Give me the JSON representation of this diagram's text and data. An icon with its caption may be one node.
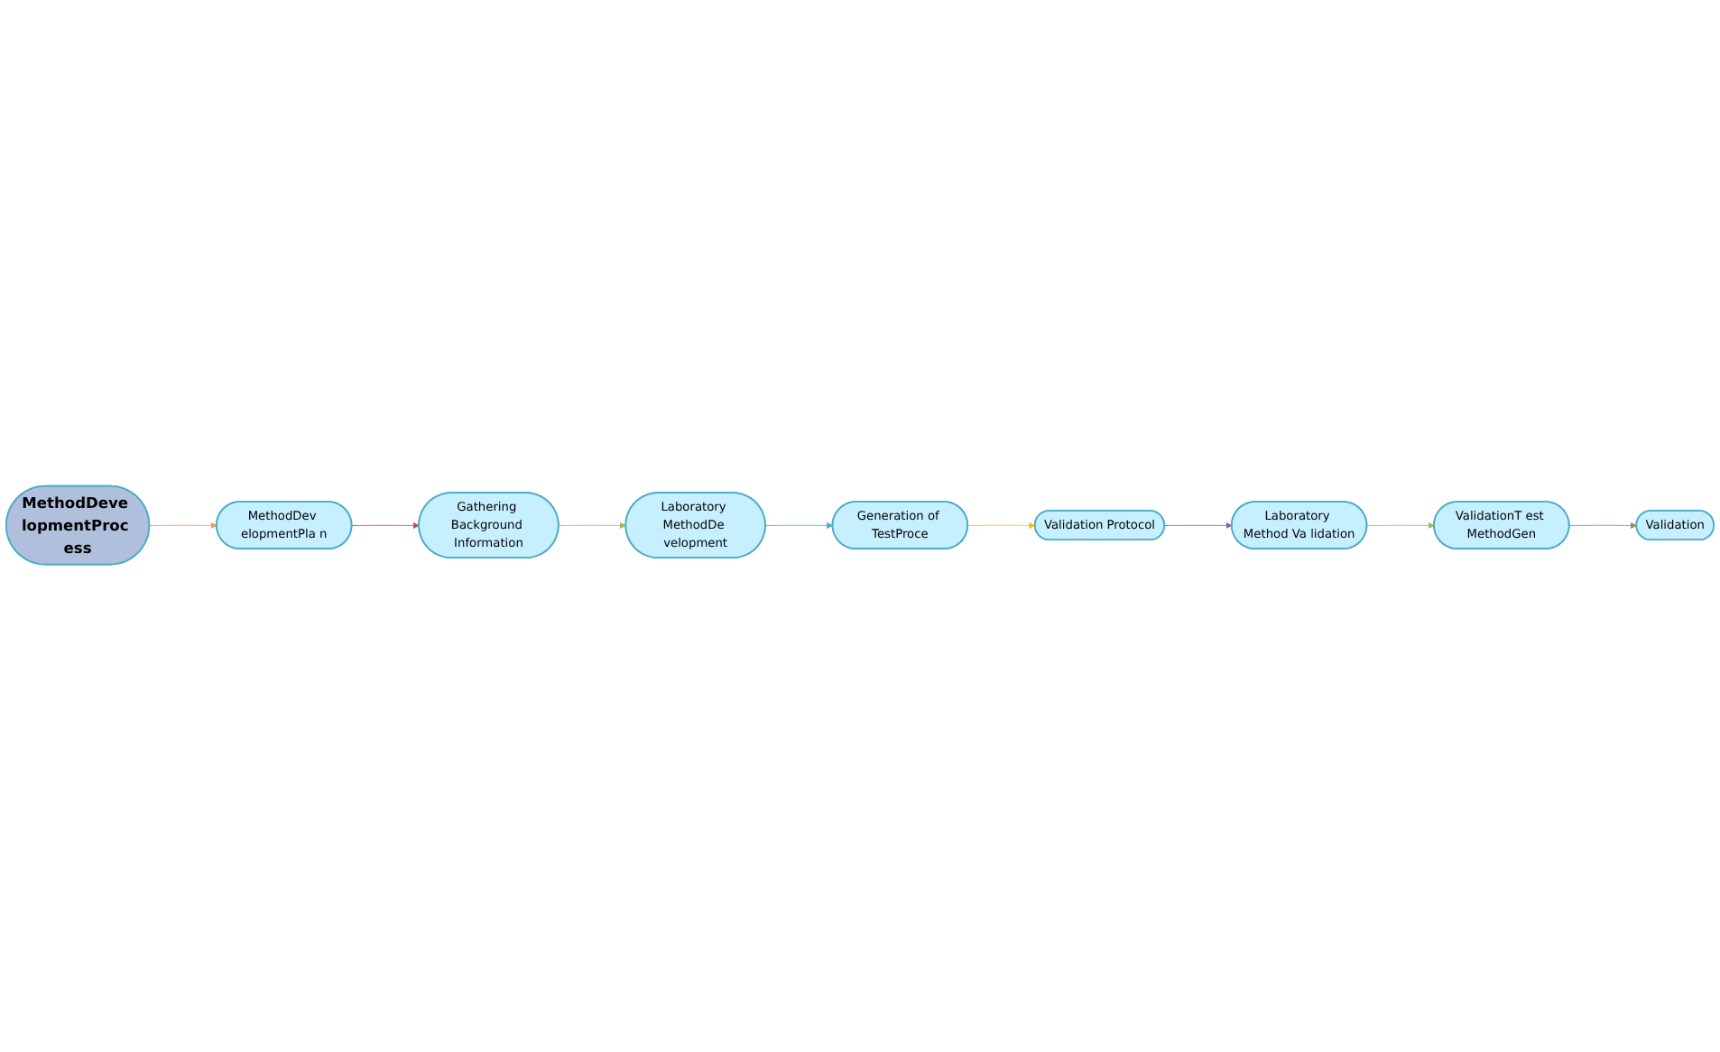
{
  "diagram": {
    "nodes": [
      {
        "text": [
          "Validation"
        ]
      },
      {
        "text": [
          "MethodDev elopmentPla n"
        ]
      },
      {
        "text": [
          "Gathering Background Information"
        ]
      },
      {
        "text": [
          "MethodDeve lopmentProc ess"
        ]
      },
      {
        "text": [
          "Laboratory MethodDe velopment"
        ]
      },
      {
        "text": [
          "ValidationT est MethodGen"
        ]
      },
      {
        "text": [
          "Generation of TestProce"
        ]
      },
      {
        "text": [
          "Laboratory Method Va lidation"
        ]
      },
      {
        "text": [
          "Validation Protocol"
        ]
      }
    ],
    "edges": [
      {
        "from": 3,
        "to": 1,
        "arrow": "to",
        "color": "#f79646"
      },
      {
        "from": 1,
        "to": 2,
        "arrow": "to",
        "color": "#c0504d"
      },
      {
        "from": 2,
        "to": 4,
        "arrow": "to",
        "color": "#9bbb59"
      },
      {
        "from": 4,
        "to": 6,
        "arrow": "to",
        "color": "#4bacc6"
      },
      {
        "from": 6,
        "to": 8,
        "arrow": "to",
        "color": "#ffc000"
      },
      {
        "from": 8,
        "to": 7,
        "arrow": "to",
        "color": "#8064a2"
      },
      {
        "from": 7,
        "to": 5,
        "arrow": "to",
        "color": "#9bbb59"
      },
      {
        "from": 5,
        "to": 0,
        "arrow": "to",
        "color": "#948a54"
      }
    ]
  }
}
